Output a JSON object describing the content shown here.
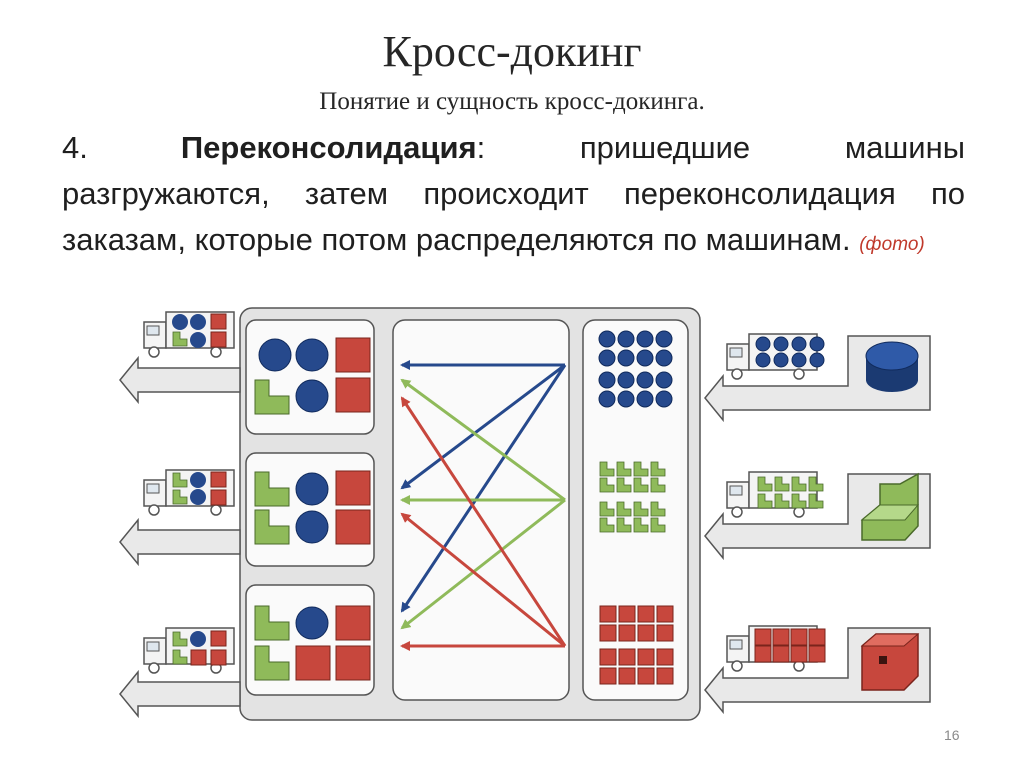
{
  "slide": {
    "title": "Кросс-докинг",
    "subtitle": "Понятие и сущность кросс-докинга.",
    "paragraph": {
      "number": "4.",
      "term": "Переконсолидация",
      "text_after_term": ": пришедшие машины разгружаются, затем происходит переконсолидация по заказам, которые потом распределяются по машинам.",
      "photo_link": "(фото)"
    },
    "page_number": "16"
  },
  "colors": {
    "blue_goods": "#26498c",
    "green_goods": "#8fba5a",
    "red_goods": "#c7473d",
    "dock_bg": "#e6e6e6",
    "panel_bg": "#fafafa",
    "panel_border": "#5a5a5a"
  },
  "icons": [
    "truck-icon",
    "dock-arrow-icon",
    "cylinder-icon",
    "l-block-icon",
    "cube-icon"
  ]
}
